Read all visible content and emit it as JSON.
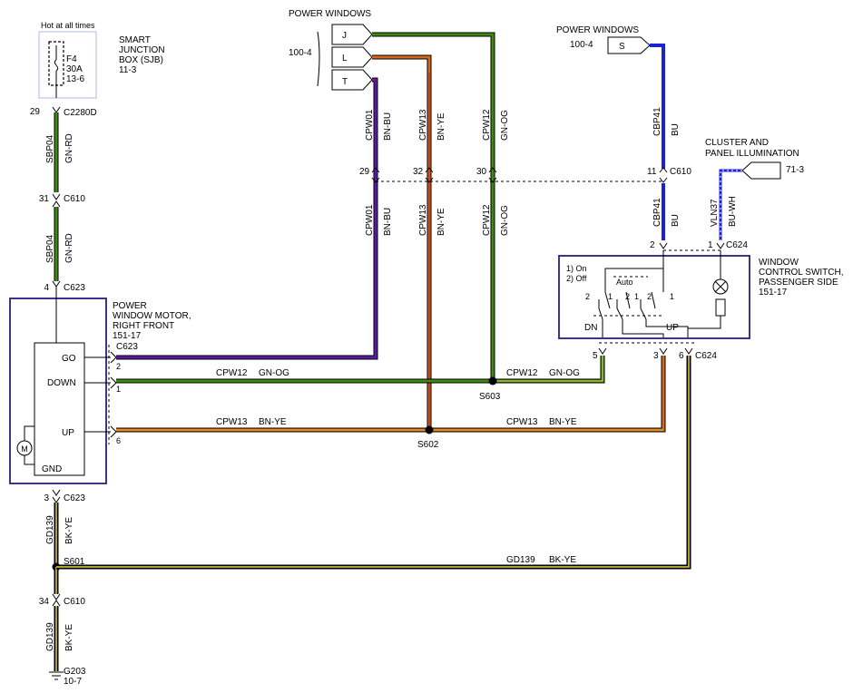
{
  "sjb": {
    "hot_label": "Hot at all times",
    "fuse_name": "F4",
    "fuse_amps": "30A",
    "fuse_ref": "13-6",
    "title_lines": [
      "SMART",
      "JUNCTION",
      "BOX (SJB)",
      "11-3"
    ]
  },
  "connectors": {
    "c2280d_pin": "29",
    "c2280d": "C2280D",
    "c610_left_pin": "31",
    "c610_left": "C610",
    "c623_top_pin": "4",
    "c623_top": "C623",
    "c623_side": "C623",
    "c623_bottom_pin": "3",
    "c623_bottom": "C623",
    "c610_bottom_pin": "34",
    "c610_bottom": "C610",
    "c610_mid_pins": [
      "29",
      "32",
      "30"
    ],
    "c610_right_pin": "11",
    "c610_right": "C610",
    "c624_top_pin_a": "2",
    "c624_top_pin_b": "1",
    "c624_top": "C624",
    "c624_bottom_pins": [
      "5",
      "3",
      "6"
    ],
    "c624_bottom": "C624",
    "motor_pins": [
      "2",
      "1",
      "6"
    ]
  },
  "wires": {
    "sbp04_top": {
      "circuit": "SBP04",
      "color": "GN-RD"
    },
    "sbp04_mid": {
      "circuit": "SBP04",
      "color": "GN-RD"
    },
    "gd139_top": {
      "circuit": "GD139",
      "color": "BK-YE"
    },
    "gd139_bottom": {
      "circuit": "GD139",
      "color": "BK-YE"
    },
    "cpw01_a": {
      "circuit": "CPW01",
      "color": "BN-BU"
    },
    "cpw13_a": {
      "circuit": "CPW13",
      "color": "BN-YE"
    },
    "cpw12_a": {
      "circuit": "CPW12",
      "color": "GN-OG"
    },
    "cpw01_b": {
      "circuit": "CPW01",
      "color": "BN-BU"
    },
    "cpw13_b": {
      "circuit": "CPW13",
      "color": "BN-YE"
    },
    "cpw12_b": {
      "circuit": "CPW12",
      "color": "GN-OG"
    },
    "cbp41_a": {
      "circuit": "CBP41",
      "color": "BU"
    },
    "cbp41_b": {
      "circuit": "CBP41",
      "color": "BU"
    },
    "vln37": {
      "circuit": "VLN37",
      "color": "BU-WH"
    },
    "h_cpw12_left": {
      "circuit": "CPW12",
      "color": "GN-OG"
    },
    "h_cpw12_right": {
      "circuit": "CPW12",
      "color": "GN-OG"
    },
    "h_cpw13_left": {
      "circuit": "CPW13",
      "color": "BN-YE"
    },
    "h_cpw13_right": {
      "circuit": "CPW13",
      "color": "BN-YE"
    },
    "h_gd139": {
      "circuit": "GD139",
      "color": "BK-YE"
    }
  },
  "splices": {
    "s603": "S603",
    "s602": "S602",
    "s601": "S601"
  },
  "power_windows_top": {
    "title": "POWER WINDOWS",
    "ref": "100-4",
    "pins": [
      "J",
      "L",
      "T"
    ]
  },
  "power_windows_right": {
    "title": "POWER WINDOWS",
    "ref": "100-4",
    "pin": "S"
  },
  "cluster": {
    "title_lines": [
      "CLUSTER AND",
      "PANEL ILLUMINATION"
    ],
    "ref": "71-3"
  },
  "motor": {
    "title_lines": [
      "POWER",
      "WINDOW MOTOR,",
      "RIGHT FRONT",
      "151-17"
    ],
    "go": "GO",
    "down": "DOWN",
    "up": "UP",
    "gnd": "GND",
    "m": "M"
  },
  "switch": {
    "title_lines": [
      "WINDOW",
      "CONTROL SWITCH,",
      "PASSENGER SIDE",
      "151-17"
    ],
    "legend": [
      "1) On",
      "2) Off"
    ],
    "auto": "Auto",
    "dn": "DN",
    "up": "UP",
    "pos": [
      "2",
      "1",
      "2",
      "1",
      "2",
      "1"
    ]
  },
  "ground": {
    "name": "G203",
    "ref": "10-7"
  },
  "colors": {
    "green": "#3e8a12",
    "red": "#c0282a",
    "orange": "#d2691e",
    "blue": "#1c22d4",
    "purple": "#7a1a8c",
    "black": "#000000",
    "yellow": "#e8d84a",
    "frame": "#22227a",
    "light_blue": "#a8b8f0"
  }
}
